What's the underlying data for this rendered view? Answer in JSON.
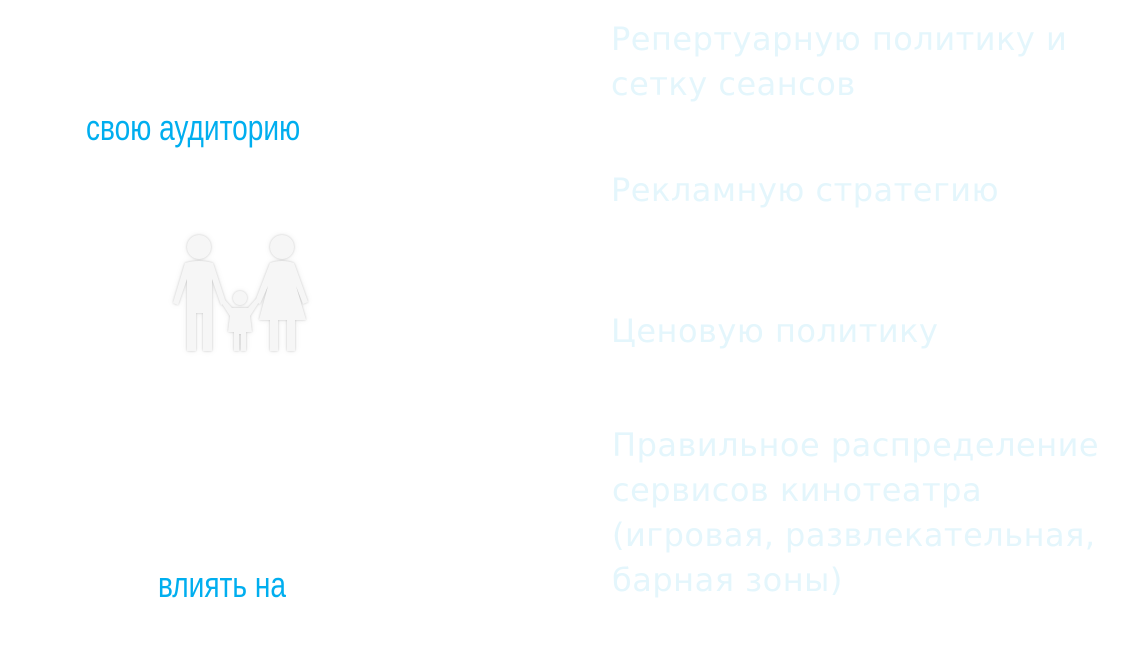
{
  "colors": {
    "heading": "#00aeef",
    "list_text": "#e4f6fc",
    "icon_fill": "#f6f6f6",
    "background": "#ffffff"
  },
  "left": {
    "heading_top": "свою аудиторию",
    "icon": "family-icon",
    "heading_bottom": "влиять на"
  },
  "right": {
    "items": [
      {
        "lines": [
          "Репертуарную политику и",
          "сетку сеансов"
        ]
      },
      {
        "lines": [
          "Рекламную стратегию"
        ]
      },
      {
        "lines": [
          "Ценовую политику"
        ]
      },
      {
        "lines": [
          "Правильное распределение",
          "сервисов кинотеатра",
          "(игровая, развлекательная,",
          "барная зоны)"
        ]
      }
    ]
  }
}
